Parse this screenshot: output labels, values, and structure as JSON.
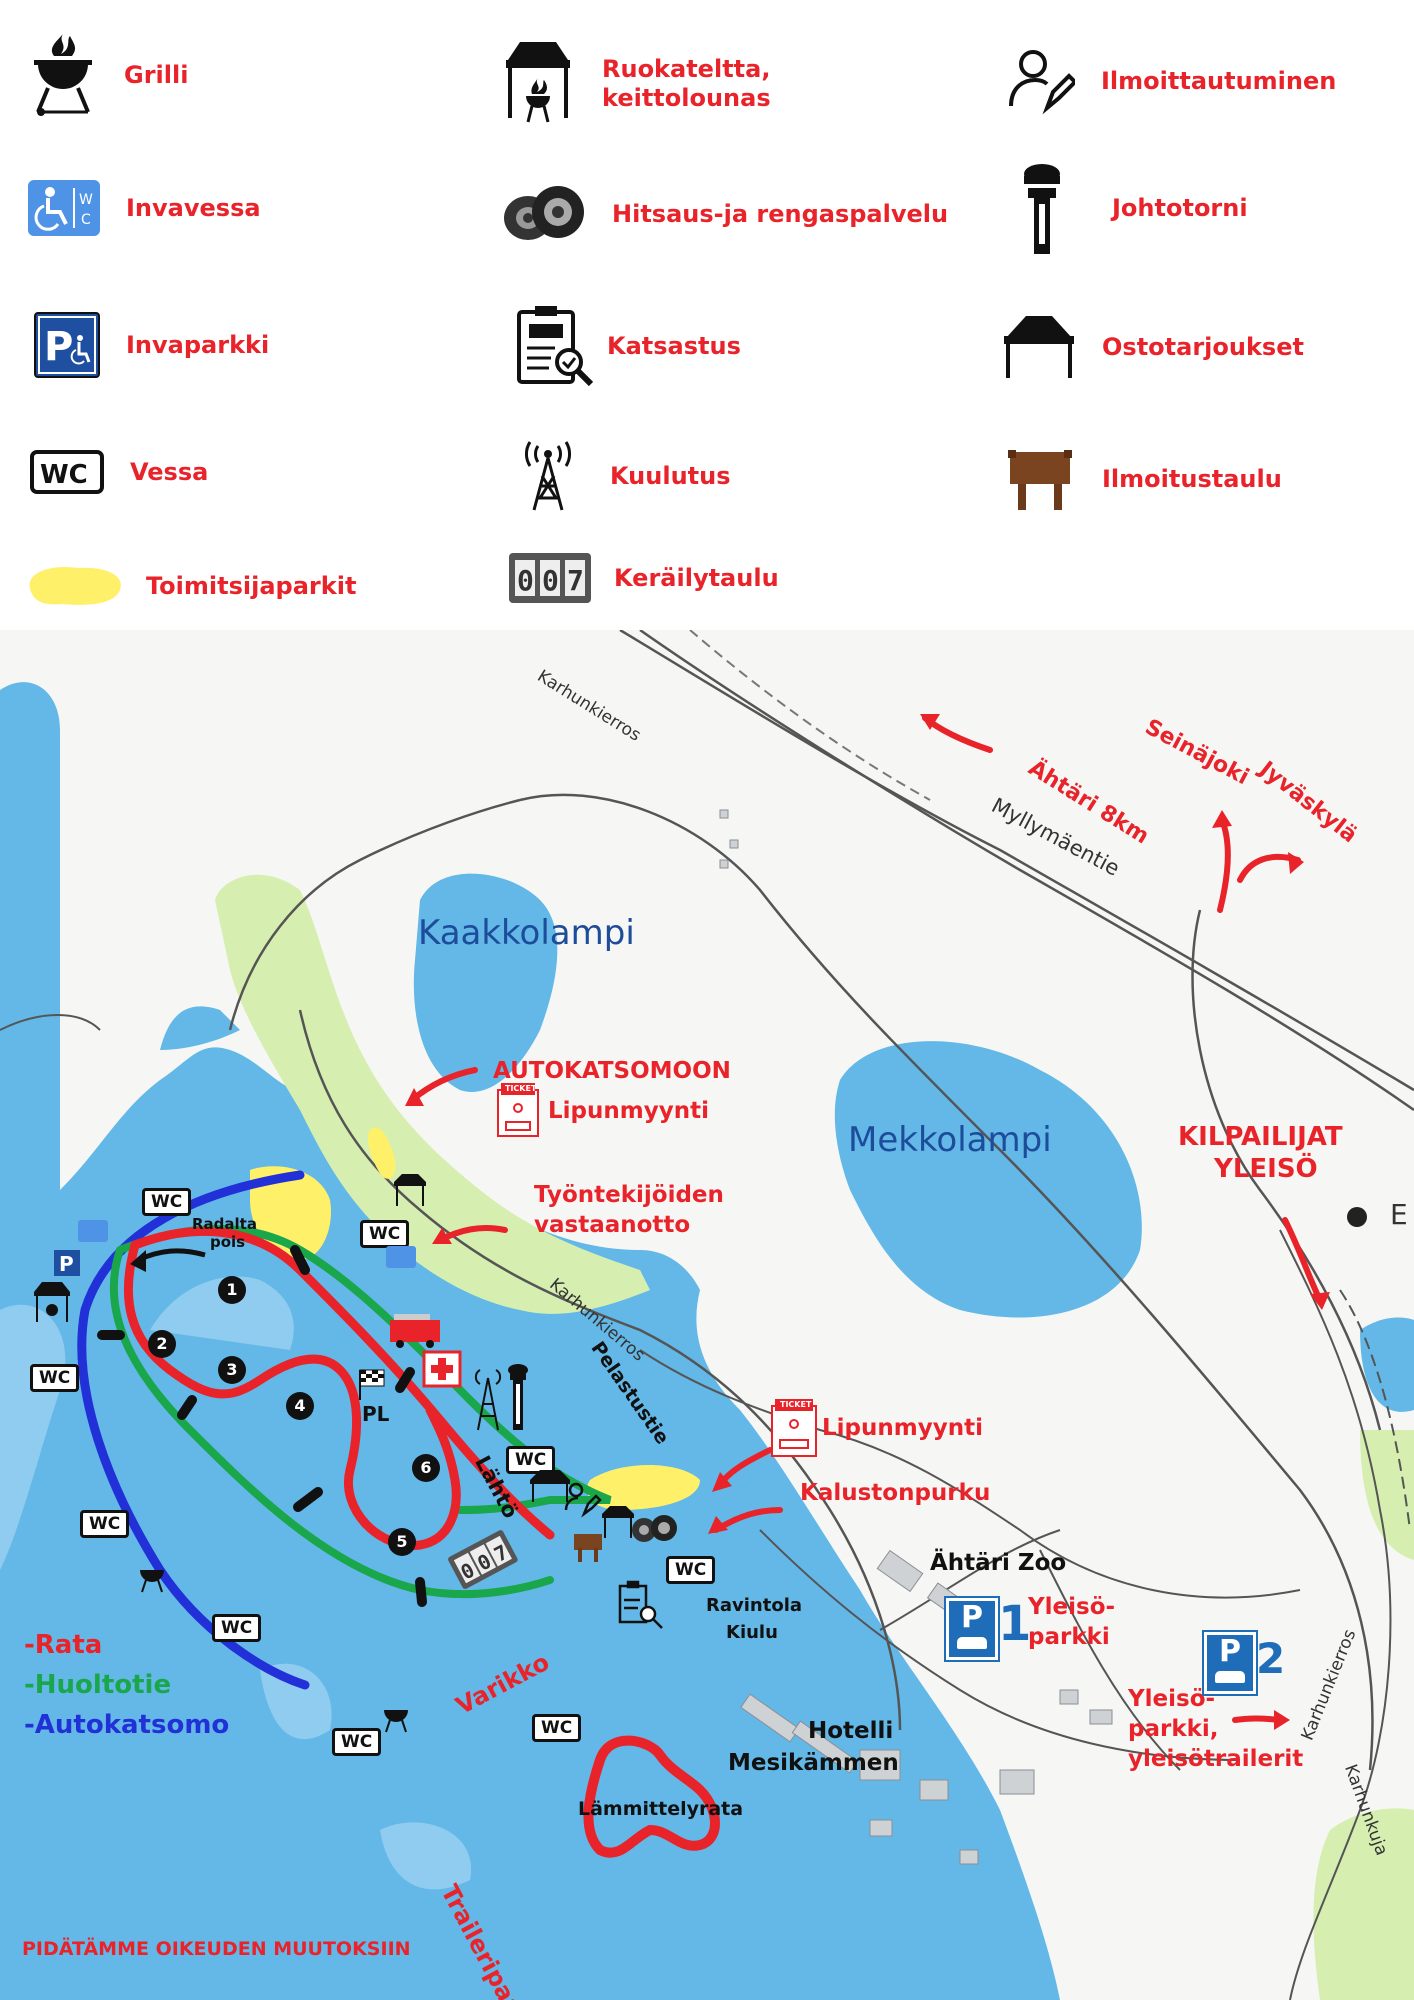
{
  "legend": {
    "items": [
      {
        "icon": "grill-icon",
        "label": "Grilli"
      },
      {
        "icon": "food-tent-icon",
        "label": "Ruokateltta, keittolounas"
      },
      {
        "icon": "registration-icon",
        "label": "Ilmoittautuminen"
      },
      {
        "icon": "accessible-wc-icon",
        "label": "Invavessa"
      },
      {
        "icon": "tires-icon",
        "label": "Hitsaus-ja rengaspalvelu"
      },
      {
        "icon": "control-tower-icon",
        "label": "Johtotorni"
      },
      {
        "icon": "accessible-parking-icon",
        "label": "Invaparkki"
      },
      {
        "icon": "inspection-icon",
        "label": "Katsastus"
      },
      {
        "icon": "tent-icon",
        "label": "Ostotarjoukset"
      },
      {
        "icon": "wc-icon",
        "label": "Vessa"
      },
      {
        "icon": "broadcast-icon",
        "label": "Kuulutus"
      },
      {
        "icon": "notice-board-icon",
        "label": "Ilmoitustaulu"
      },
      {
        "icon": "official-parking-icon",
        "label": "Toimitsijaparkit"
      },
      {
        "icon": "score-board-icon",
        "label": "Keräilytaulu"
      }
    ],
    "wc_text": "WC",
    "score_digits": "007"
  },
  "map": {
    "lakes": {
      "kaakkolampi": "Kaakkolampi",
      "mekkolampi": "Mekkolampi"
    },
    "roads": {
      "karhunkierros_top": "Karhunkierros",
      "myllymaentie": "Myllymäentie",
      "karhunkierros_mid": "Karhunkierros",
      "pelastustie": "Pelastustie",
      "karhunkierros_right": "Karhunkierros",
      "karhunkuja": "Karhunkuja",
      "e_label": "E"
    },
    "directions": {
      "ahtari": "Ähtäri 8km",
      "seinajoki": "Seinäjoki",
      "jyvaskyla": "Jyväskylä",
      "kilpailijat": "KILPAILIJAT",
      "yleiso": "YLEISÖ"
    },
    "labels": {
      "autokatsomoon": "AUTOKATSOMOON",
      "lipunmyynti_1": "Lipunmyynti",
      "tyontekijoiden_1": "Työntekijöiden",
      "tyontekijoiden_2": "vastaanotto",
      "lipunmyynti_2": "Lipunmyynti",
      "kalustonpurku": "Kalustonpurku",
      "radalta_1": "Radalta",
      "radalta_2": "pois",
      "pl": "PL",
      "lahto": "Lähtö",
      "ravintola_1": "Ravintola",
      "ravintola_2": "Kiulu",
      "zoo": "Ähtäri Zoo",
      "yleisoparkki_1a": "Yleisö-",
      "yleisoparkki_1b": "parkki",
      "yleisoparkki_2a": "Yleisö-",
      "yleisoparkki_2b": "parkki,",
      "yleisoparkki_2c": "yleisötrailerit",
      "hotelli_1": "Hotelli",
      "hotelli_2": "Mesikämmen",
      "varikko": "Varikko",
      "trailerparkki": "Traileriparkki",
      "lammittelyrata": "Lämmittelyrata",
      "disclaimer": "PIDÄTÄMME OIKEUDEN MUUTOKSIIN",
      "ticket": "TICKET"
    },
    "route_legend": {
      "rata": "-Rata",
      "huoltotie": "-Huoltotie",
      "autokatsomo": "-Autokatsomo"
    },
    "parking": {
      "p1": "1",
      "p2": "2",
      "p_letter": "P"
    },
    "track_numbers": [
      "1",
      "2",
      "3",
      "4",
      "5",
      "6"
    ],
    "wc_text": "WC",
    "colors": {
      "rata": "#e8232a",
      "huoltotie": "#1aa64a",
      "autokatsomo": "#2230d8",
      "water": "#63b8e8",
      "parkland": "#d6efb0",
      "official_parking": "#fff06a"
    }
  }
}
